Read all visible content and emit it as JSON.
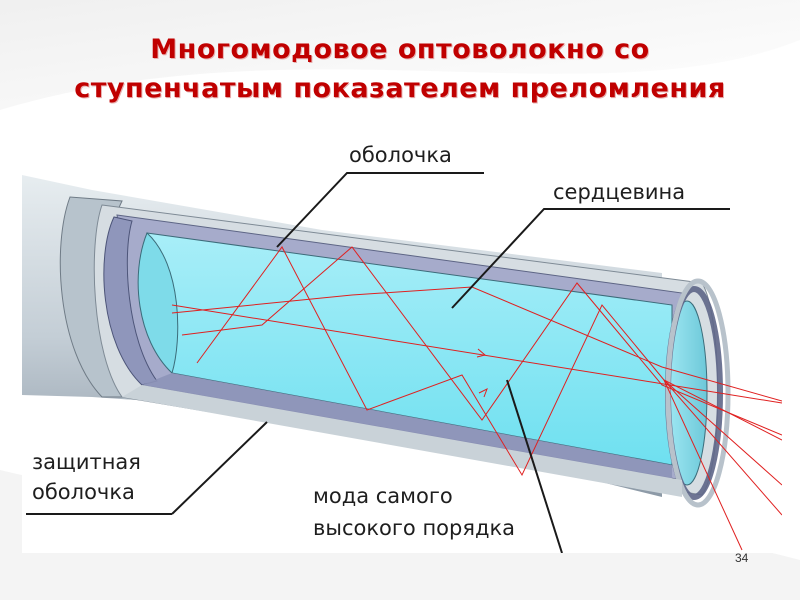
{
  "slide": {
    "title_line1": "Многомодовое оптоволокно  со",
    "title_line2": "ступенчатым показателем преломления",
    "page_number": "34"
  },
  "diagram": {
    "labels": {
      "cladding": "оболочка",
      "core": "сердцевина",
      "jacket_line1": "защитная",
      "jacket_line2": "оболочка",
      "mode_line1": "мода самого",
      "mode_line2": "высокого порядка"
    },
    "colors": {
      "title": "#c00000",
      "core": "#86e8f4",
      "cladding": "#a3a9c9",
      "jacket": "#d3dde3",
      "ray": "#e02020",
      "outline": "#1a1a1a"
    }
  }
}
